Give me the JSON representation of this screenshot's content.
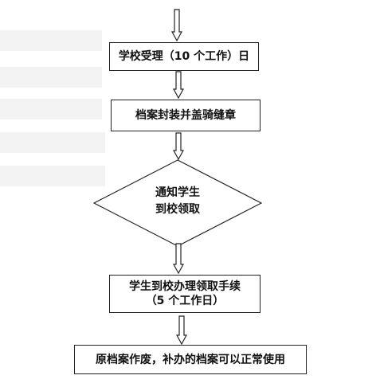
{
  "flowchart": {
    "steps": [
      {
        "text": "学校受理（10 个工作）日"
      },
      {
        "text": "档案封装并盖骑缝章"
      },
      {
        "line1": "通知学生",
        "line2": "到校领取"
      },
      {
        "line1": "学生到校办理领取手续",
        "line2": "（5 个工作日）"
      },
      {
        "text": "原档案作废，补办的档案可以正常使用"
      }
    ]
  },
  "colors": {
    "stroke": "#222222",
    "background": "#ffffff",
    "faint_stripes": "#f3f3f3"
  }
}
